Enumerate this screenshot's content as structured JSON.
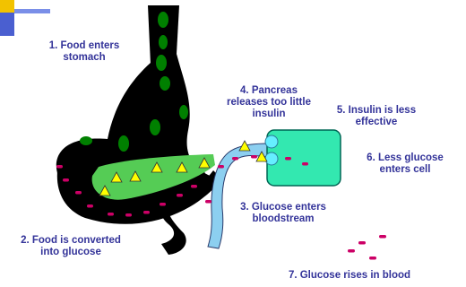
{
  "colors": {
    "label": "#333399",
    "stomach": "#000000",
    "food": "#008000",
    "pancreas": "#55cc55",
    "insulin": "#ffff00",
    "glucose": "#cc0066",
    "vessel": "#8ccff0",
    "cell": "#33e8b0",
    "cell_border": "#006655",
    "receptor": "#66eeff",
    "accent_bar_top": "#f2c200",
    "accent_bar_bottom": "#4a5fd0"
  },
  "labels": {
    "step1": {
      "line1": "1. Food enters",
      "line2": "stomach"
    },
    "step2": {
      "line1": "2. Food is converted",
      "line2": "into glucose"
    },
    "step3": {
      "line1": "3. Glucose  enters",
      "line2": "bloodstream"
    },
    "step4": {
      "line1": "4. Pancreas",
      "line2": "releases too little",
      "line3": "insulin"
    },
    "step5": {
      "line1": "5. Insulin is less",
      "line2": "effective"
    },
    "step6": {
      "line1": "6. Less glucose",
      "line2": "enters cell"
    },
    "step7": {
      "line1": "7. Glucose rises in blood"
    }
  },
  "icons": {
    "stomach": "stomach-shape",
    "pancreas": "pancreas-shape",
    "insulin": "yellow-triangle",
    "glucose": "pink-dash",
    "cell": "cell-rectangle",
    "receptor": "receptor-circle"
  }
}
